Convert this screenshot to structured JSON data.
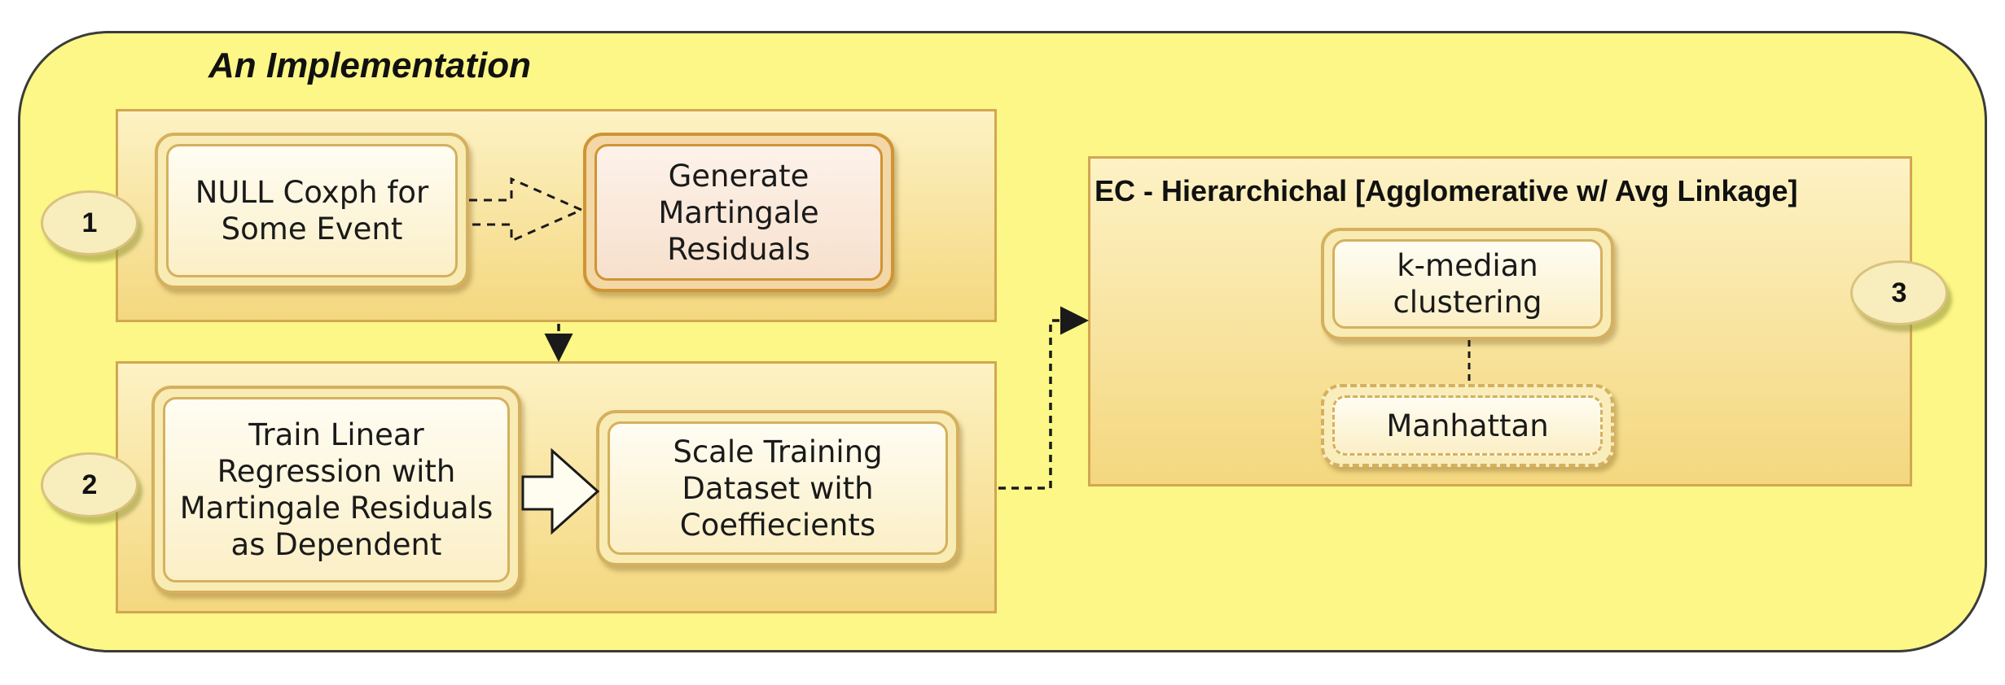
{
  "title": "An Implementation",
  "steps": {
    "step1": {
      "badge": "1",
      "box_a": "NULL Coxph for\nSome Event",
      "box_b": "Generate\nMartingale\nResiduals"
    },
    "step2": {
      "badge": "2",
      "box_a": "Train Linear\nRegression with\nMartingale Residuals\nas Dependent",
      "box_b": "Scale Training\nDataset with\nCoeffiecients"
    },
    "step3": {
      "badge": "3",
      "panel_title": "EC - Hierarchichal [Agglomerative w/ Avg Linkage]",
      "box_a": "k-median\nclustering",
      "box_b": "Manhattan"
    }
  },
  "colors": {
    "background": "#fcf786",
    "panel_border": "#d2a751",
    "box_border": "#d5b05e",
    "highlight_border": "#cf9433",
    "arrow": "#1a1a1a"
  }
}
